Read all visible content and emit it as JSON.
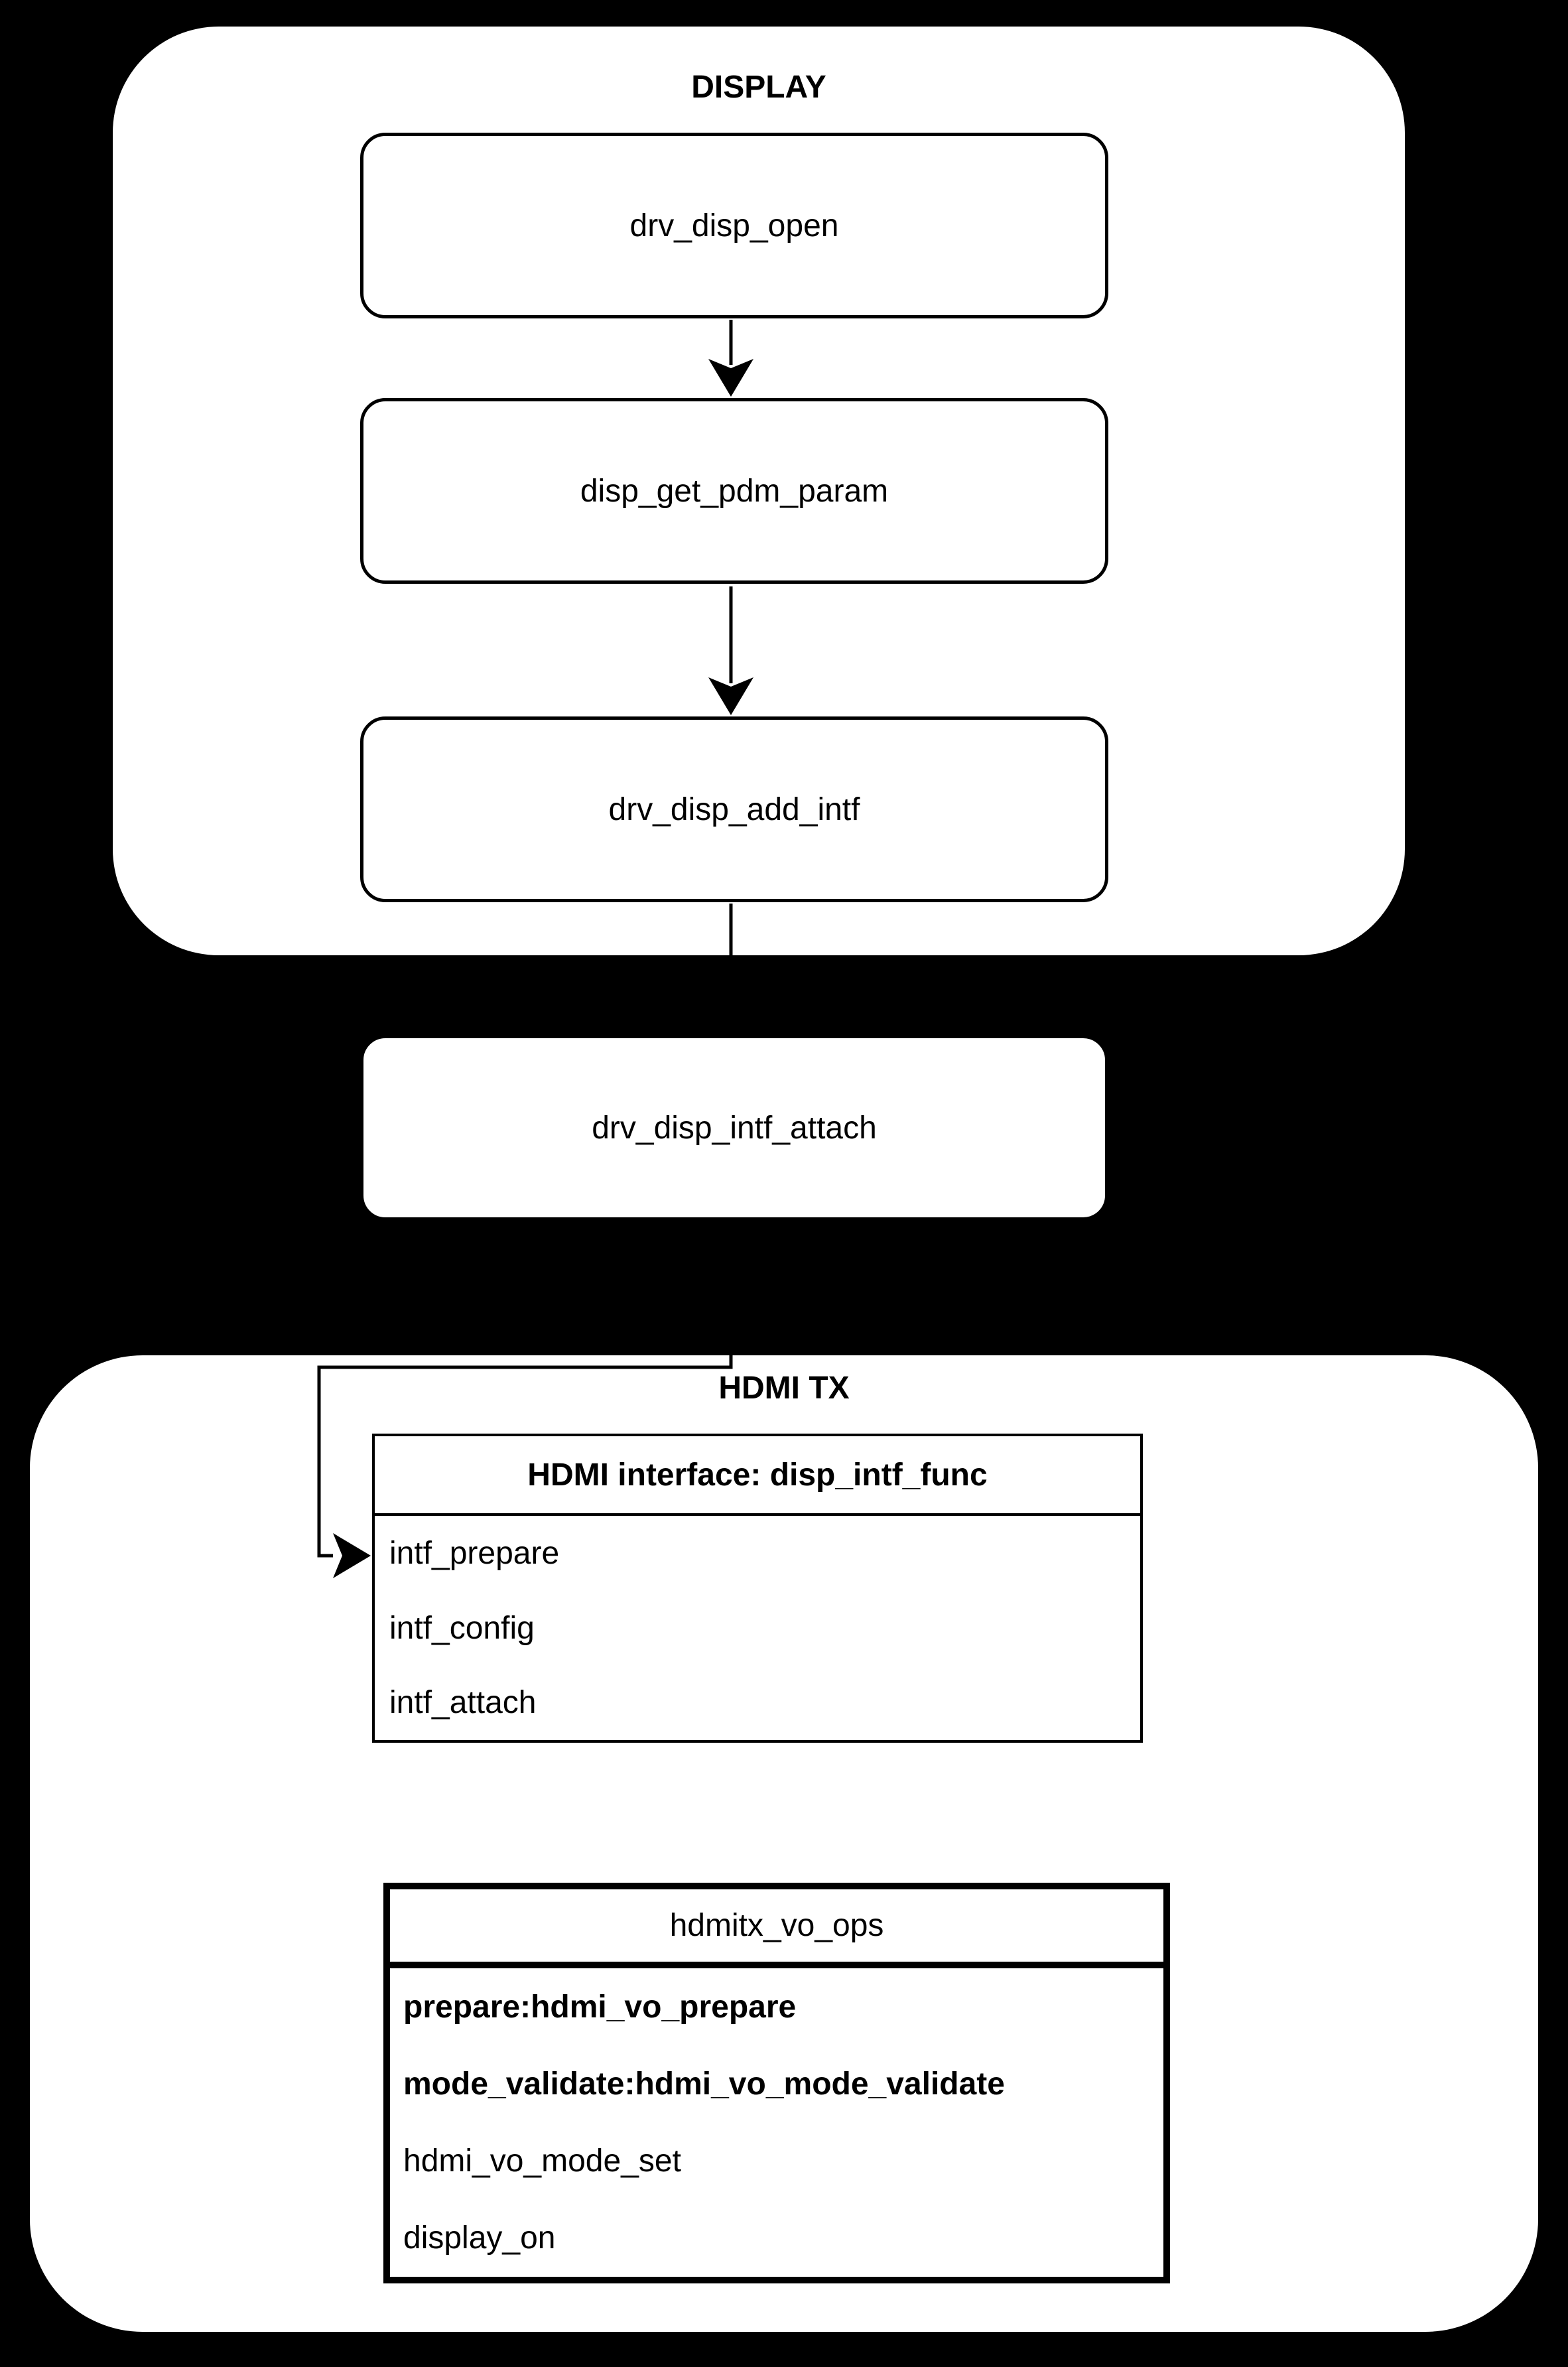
{
  "display_section": {
    "title": "DISPLAY",
    "boxes": [
      {
        "label": "drv_disp_open"
      },
      {
        "label": "disp_get_pdm_param"
      },
      {
        "label": "drv_disp_add_intf"
      }
    ]
  },
  "detached_box": {
    "label": "drv_disp_intf_attach"
  },
  "hdmi_section": {
    "title": "HDMI TX",
    "interface_table": {
      "header": "HDMI interface: disp_intf_func",
      "rows": [
        {
          "label": "intf_prepare",
          "bold": false
        },
        {
          "label": "intf_config",
          "bold": false
        },
        {
          "label": "intf_attach",
          "bold": false
        }
      ]
    },
    "ops_table": {
      "header": "hdmitx_vo_ops",
      "rows": [
        {
          "label": "prepare:hdmi_vo_prepare",
          "bold": true
        },
        {
          "label": "mode_validate:hdmi_vo_mode_validate",
          "bold": true
        },
        {
          "label": "hdmi_vo_mode_set",
          "bold": false
        },
        {
          "label": "display_on",
          "bold": false
        }
      ]
    }
  },
  "colors": {
    "background": "#000000",
    "surface": "#ffffff",
    "stroke": "#000000",
    "text": "#000000"
  }
}
